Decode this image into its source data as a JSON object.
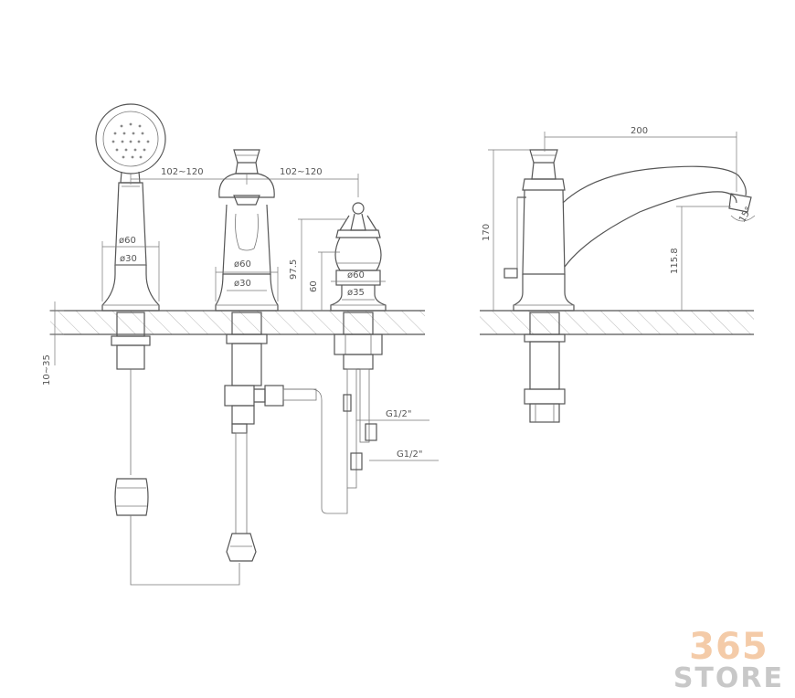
{
  "dimensions": {
    "spacing_left": "102~120",
    "spacing_right": "102~120",
    "d60": "ø60",
    "d30": "ø30",
    "d35": "ø35",
    "h_97_5": "97.5",
    "h_60": "60",
    "deck_range": "10~35",
    "thread_top": "G1/2\"",
    "thread_bottom": "G1/2\"",
    "reach": "200",
    "height_total": "170",
    "height_outlet": "115.8",
    "angle": "15°"
  },
  "logo": {
    "number": "365",
    "word": "STORE"
  },
  "colors": {
    "line": "#555555",
    "logo_number": "#f4cba8",
    "logo_word": "#c8c8c8"
  }
}
